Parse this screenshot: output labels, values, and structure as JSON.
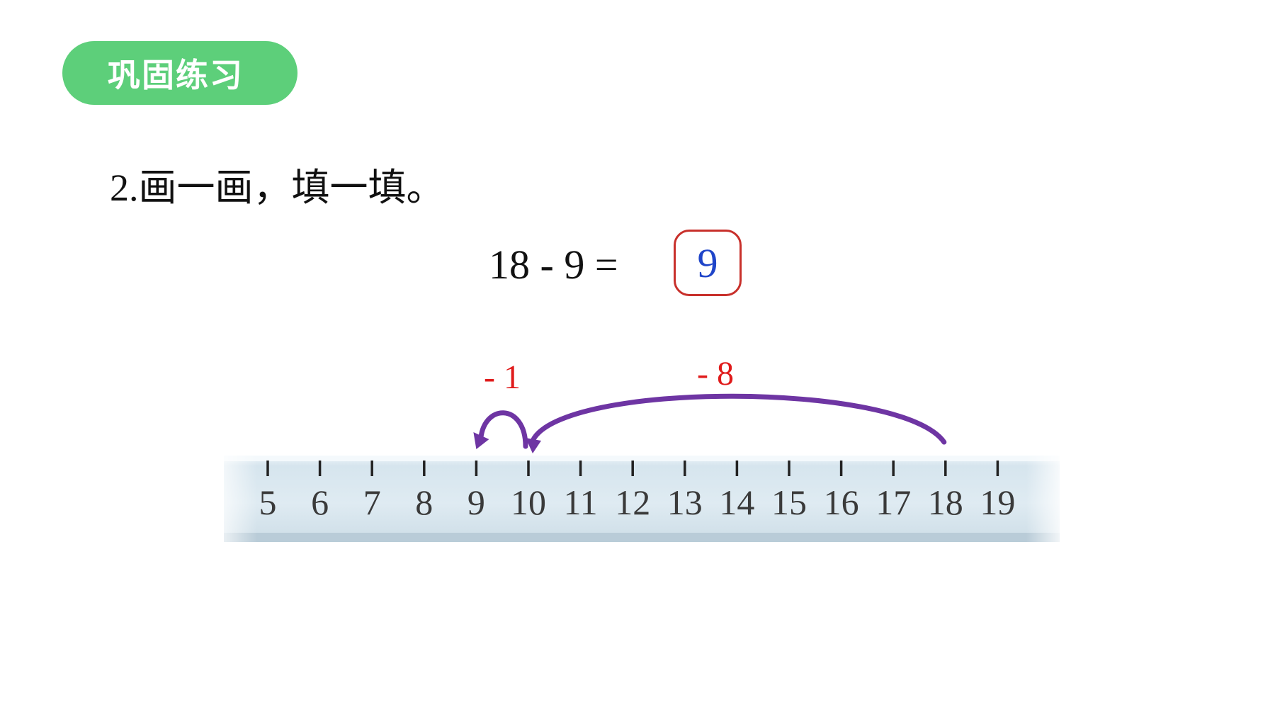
{
  "badge": {
    "label": "巩固练习"
  },
  "question": {
    "text": "2.画一画，填一填。"
  },
  "equation": {
    "text": "18 - 9 =",
    "answer": "9"
  },
  "jumps": [
    {
      "label": "- 1",
      "from": 10,
      "to": 9
    },
    {
      "label": "- 8",
      "from": 18,
      "to": 10
    }
  ],
  "number_line": {
    "ticks": [
      "5",
      "6",
      "7",
      "8",
      "9",
      "10",
      "11",
      "12",
      "13",
      "14",
      "15",
      "16",
      "17",
      "18",
      "19"
    ]
  },
  "colors": {
    "badge": "#5dcf7a",
    "answer_box_border": "#c8302b",
    "answer_text": "#1f45c9",
    "step_text": "#e01b1b",
    "arrow": "#6e35a3",
    "ruler": "#d8e6ee"
  }
}
